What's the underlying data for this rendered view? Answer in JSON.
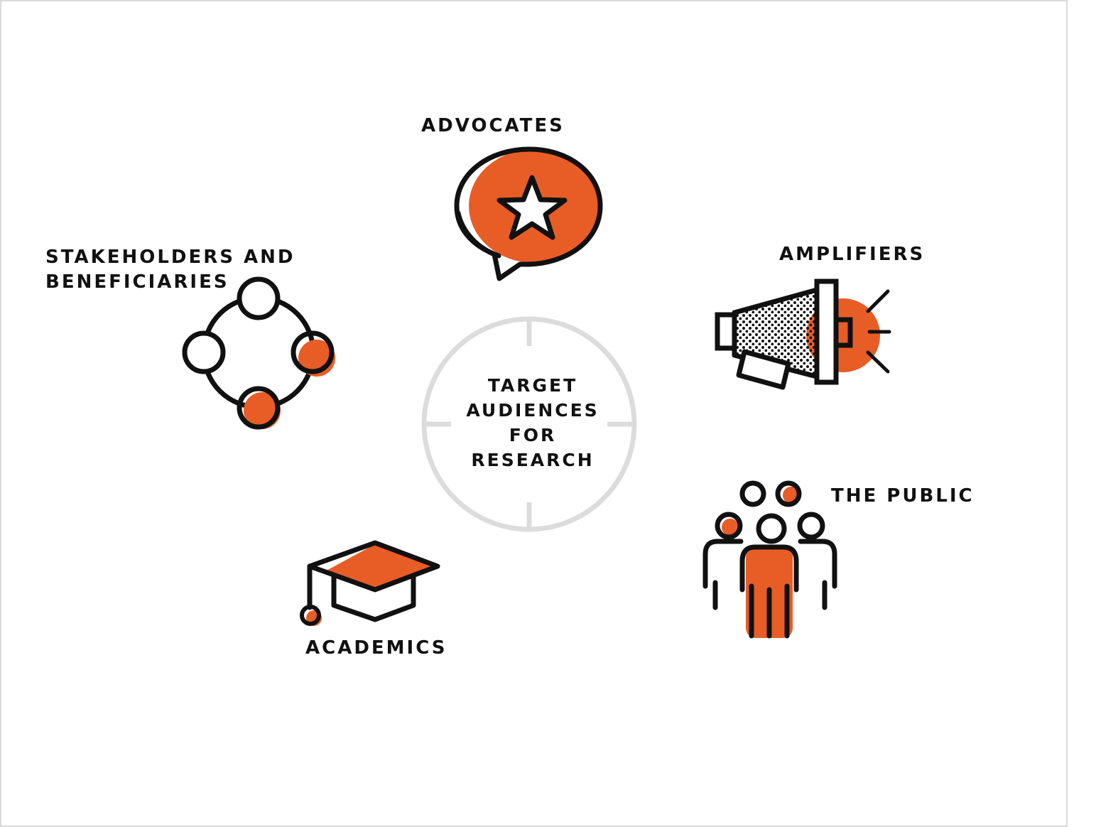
{
  "center": {
    "lines": [
      "TARGET",
      "AUDIENCES",
      "FOR",
      "RESEARCH"
    ]
  },
  "audiences": {
    "advocates": "ADVOCATES",
    "amplifiers": "AMPLIFIERS",
    "stakeholders_line1": "STAKEHOLDERS AND",
    "stakeholders_line2": "BENEFICIARIES",
    "the_public": "THE PUBLIC",
    "academics": "ACADEMICS"
  },
  "icons": {
    "advocates": "speech-bubble-star-icon",
    "amplifiers": "megaphone-icon",
    "stakeholders": "connected-circles-icon",
    "the_public": "group-of-people-icon",
    "academics": "graduation-cap-icon",
    "center": "target-crosshair-icon"
  },
  "colors": {
    "accent": "#E85D26",
    "stroke": "#111111",
    "ring": "#dcdcdc"
  }
}
